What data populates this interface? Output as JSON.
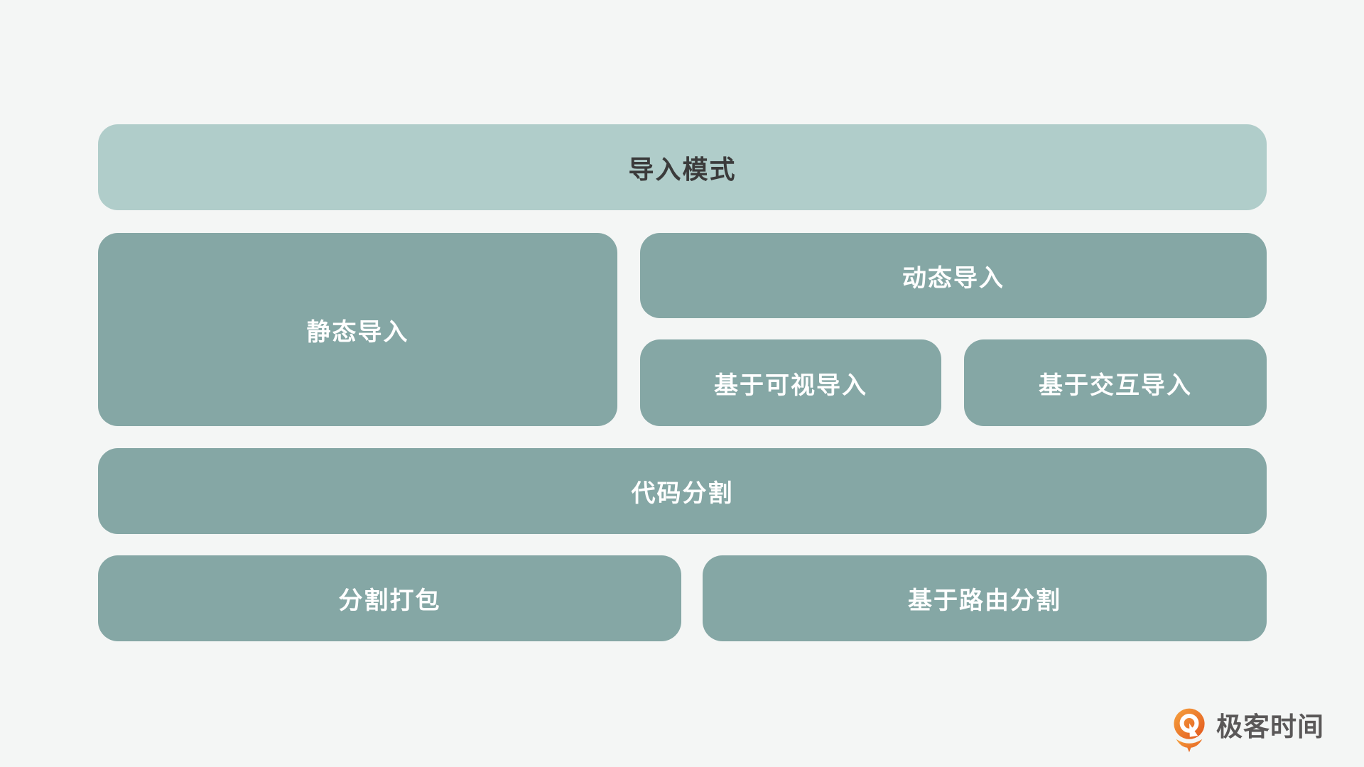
{
  "page": {
    "background_color": "#f4f6f5"
  },
  "diagram": {
    "colors": {
      "header_block_bg": "#b0cdca",
      "header_block_text": "#3b3b3b",
      "block_bg": "#85a7a5",
      "block_text": "#ffffff"
    },
    "blocks": {
      "import_mode": {
        "label": "导入模式"
      },
      "static_import": {
        "label": "静态导入"
      },
      "dynamic_import": {
        "label": "动态导入"
      },
      "visibility_import": {
        "label": "基于可视导入"
      },
      "interaction_import": {
        "label": "基于交互导入"
      },
      "code_splitting": {
        "label": "代码分割"
      },
      "split_bundling": {
        "label": "分割打包"
      },
      "route_splitting": {
        "label": "基于路由分割"
      }
    }
  },
  "branding": {
    "logo_text": "极客时间",
    "logo_text_color": "#5a5858",
    "icon_gradient_start": "#f6a23d",
    "icon_gradient_end": "#e2571f"
  }
}
